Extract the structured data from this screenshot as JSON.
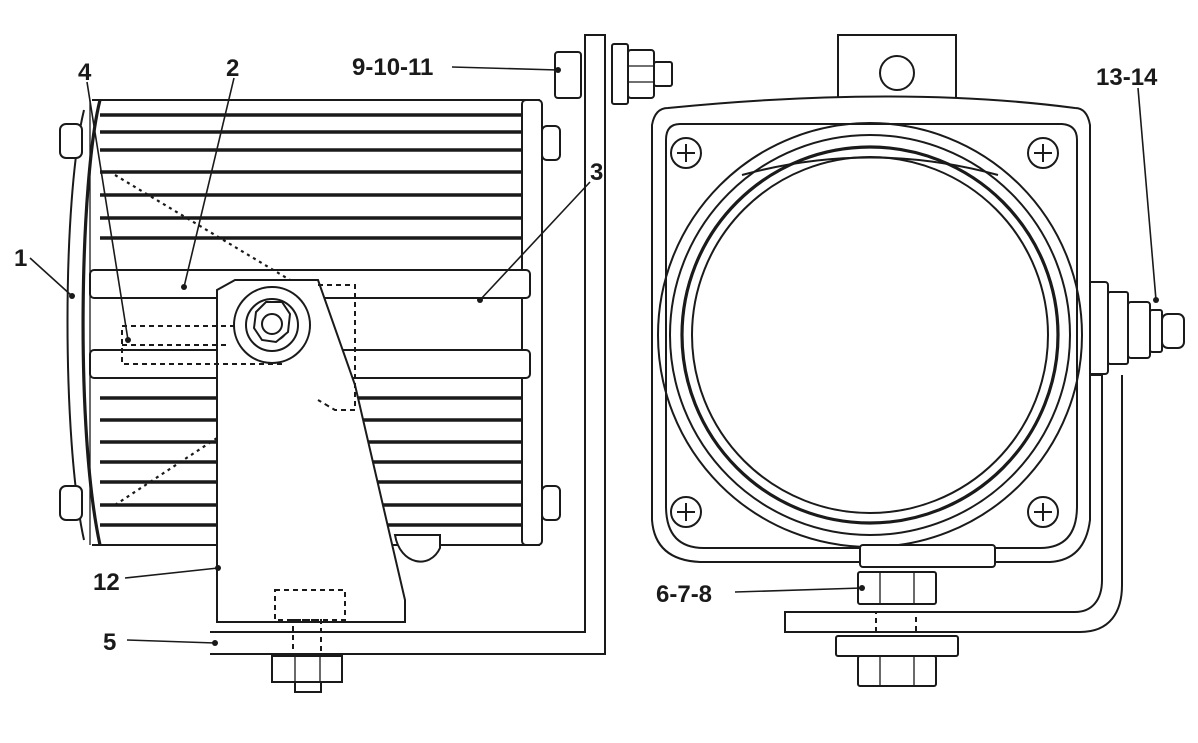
{
  "callouts": {
    "c1": "1",
    "c2": "2",
    "c3": "3",
    "c4": "4",
    "c5": "5",
    "c12": "12",
    "c9_10_11": "9-10-11",
    "c13_14": "13-14",
    "c6_7_8": "6-7-8"
  },
  "colors": {
    "line": "#1a1a1a",
    "background": "#ffffff"
  }
}
